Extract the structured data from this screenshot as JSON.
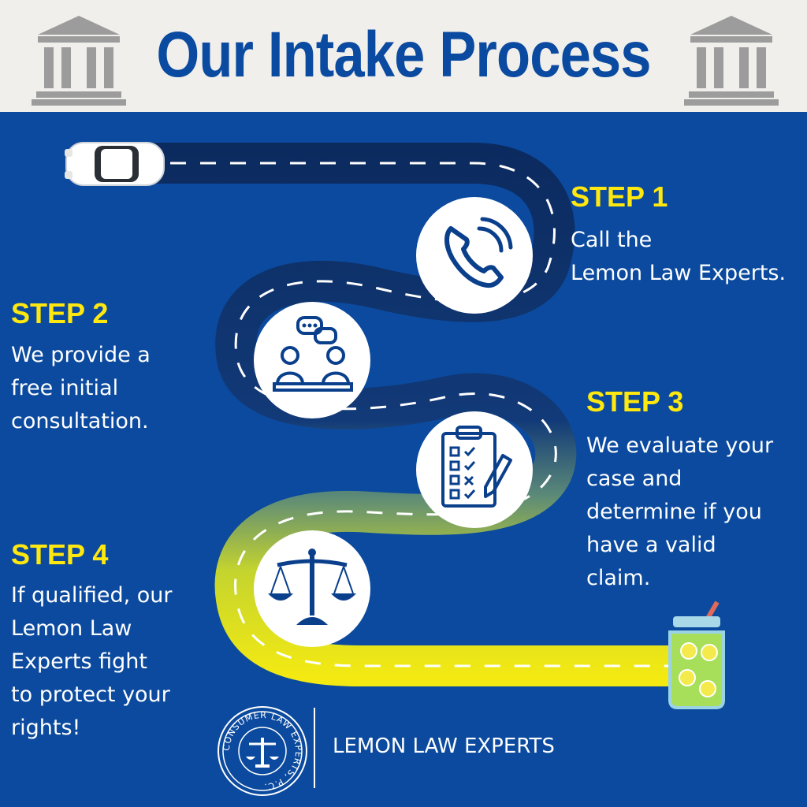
{
  "header": {
    "title": "Our Intake Process"
  },
  "steps": [
    {
      "title": "STEP 1",
      "lines": [
        "Call the",
        "Lemon Law Experts."
      ],
      "icon": "phone-icon"
    },
    {
      "title": "STEP 2",
      "lines": [
        "We provide a",
        "free initial",
        "consultation."
      ],
      "icon": "consultation-icon"
    },
    {
      "title": "STEP 3",
      "lines": [
        "We evaluate your",
        "case and",
        "determine if you",
        "have a valid",
        "claim."
      ],
      "icon": "clipboard-checklist-icon"
    },
    {
      "title": "STEP 4",
      "lines": [
        "If qualified, our",
        "Lemon Law",
        "Experts fight",
        "to protect your",
        "rights!"
      ],
      "icon": "scales-of-justice-icon"
    }
  ],
  "footer": {
    "logo_text": "CONSUMER LAW EXPERTS, P.C.",
    "brand": "LEMON LAW EXPERTS"
  },
  "colors": {
    "background": "#0b4a9e",
    "header_bg": "#f1efec",
    "title": "#0a4aa0",
    "step_title": "#ffe80f",
    "road_dark": "#0b2a5e",
    "road_yellow": "#f4ea12"
  }
}
